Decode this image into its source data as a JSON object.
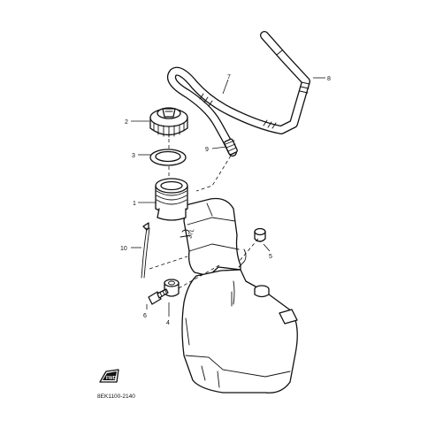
{
  "parts": [
    {
      "number": "1",
      "name": "tank-filler-neck"
    },
    {
      "number": "2",
      "name": "tank-cap"
    },
    {
      "number": "3",
      "name": "gasket"
    },
    {
      "number": "4",
      "name": "grommet"
    },
    {
      "number": "5",
      "name": "plug"
    },
    {
      "number": "6",
      "name": "bolt"
    },
    {
      "number": "7",
      "name": "hose"
    },
    {
      "number": "8",
      "name": "hose-end"
    },
    {
      "number": "9",
      "name": "joint"
    },
    {
      "number": "10",
      "name": "band"
    }
  ],
  "labels": {
    "p1": "1",
    "p2": "2",
    "p3": "3",
    "p4": "4",
    "p5": "5",
    "p6": "6",
    "p7": "7",
    "p8": "8",
    "p9": "9",
    "p10": "10"
  },
  "tank_mark": "2TL",
  "fwd_label": "FWD",
  "diagram_code": "8EK1100-2140"
}
